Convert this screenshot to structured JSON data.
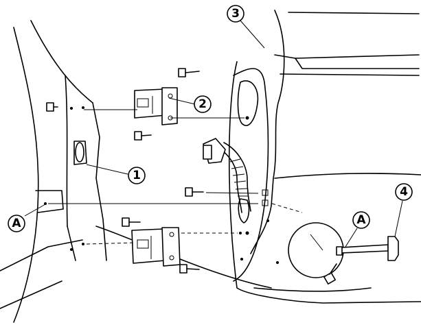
{
  "callouts": {
    "one": "1",
    "two": "2",
    "three": "3",
    "four": "4",
    "a_left": "A",
    "a_right": "A"
  },
  "colors": {
    "line": "#000000",
    "background": "#ffffff"
  }
}
